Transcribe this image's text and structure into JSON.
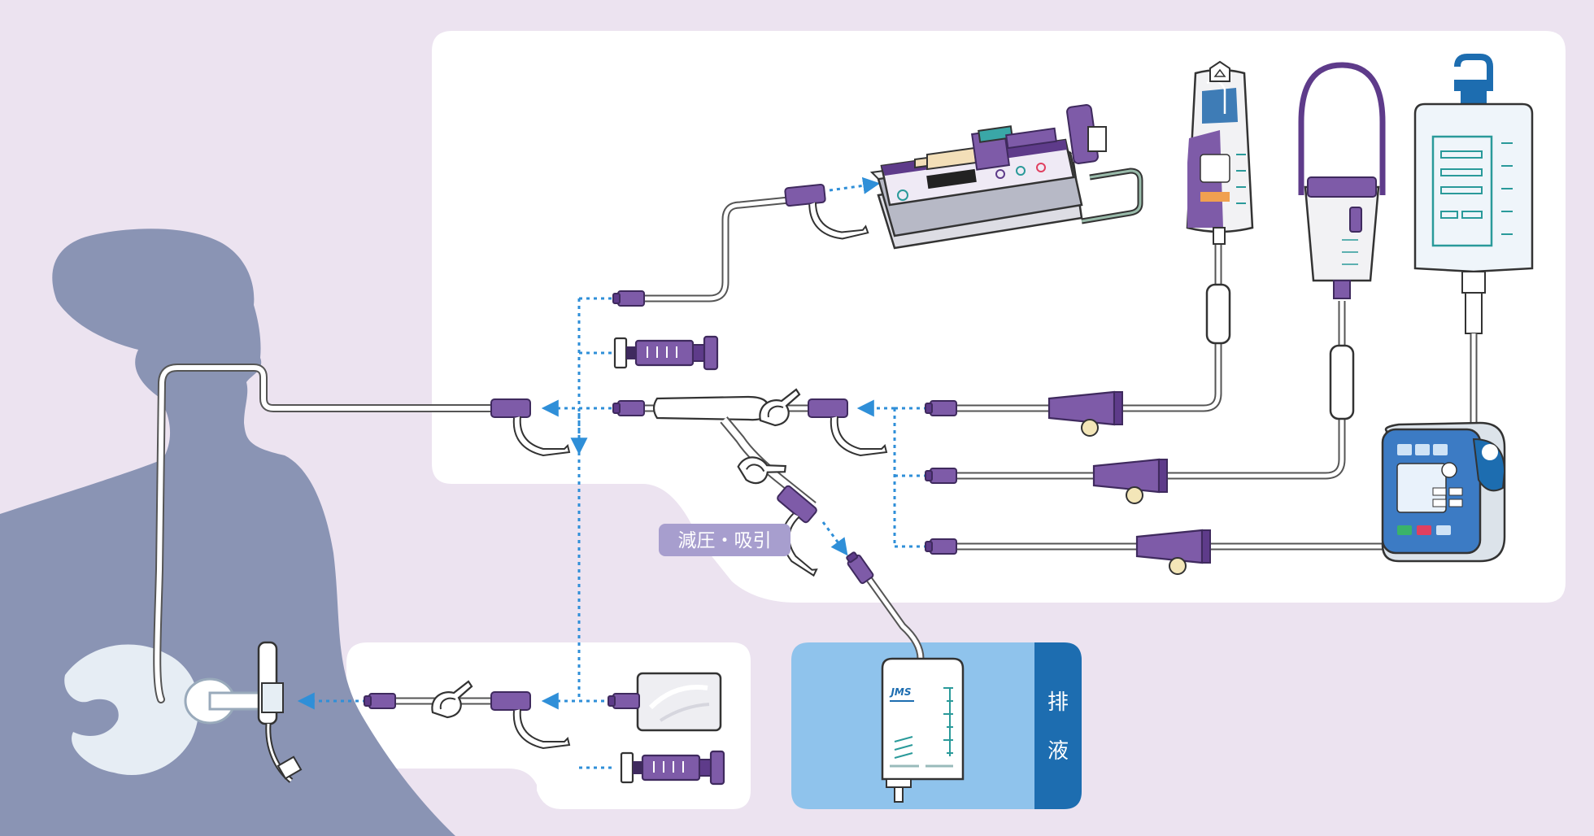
{
  "labels": {
    "decompression_suction": "減圧・吸引",
    "drainage_char_1": "排",
    "drainage_char_2": "液"
  },
  "brand": {
    "drain_bag_logo": "JMS"
  },
  "colors": {
    "background": "#ECE3F0",
    "panel": "#FFFFFF",
    "silhouette": "#8A94B4",
    "purple_dark": "#5E3B8A",
    "purple_mid": "#7E5BA8",
    "purple_light": "#A99BCB",
    "tube_fill": "#FFFFFF",
    "tube_stroke": "#555555",
    "arrow_blue": "#2F8FD8",
    "drain_panel": "#8FC3EC",
    "drain_tab": "#1D6DB0",
    "label_bg": "#A79ECE",
    "pump_blue": "#3C7BC4",
    "teal": "#2A9A9A"
  },
  "icons": {
    "syringe_pump": "syringe-pump-icon",
    "enteral_bag": "enteral-feeding-bag-icon",
    "gravity_bottle": "gravity-feeding-bottle-icon",
    "pump_bag": "pump-feeding-bag-icon",
    "feeding_pump": "enteral-feeding-pump-icon",
    "syringe": "enteral-syringe-icon",
    "pouch": "liquid-pouch-icon",
    "drain_bag": "drainage-bag-icon",
    "clamp": "tube-clamp-icon",
    "connector": "enfit-connector-icon"
  }
}
